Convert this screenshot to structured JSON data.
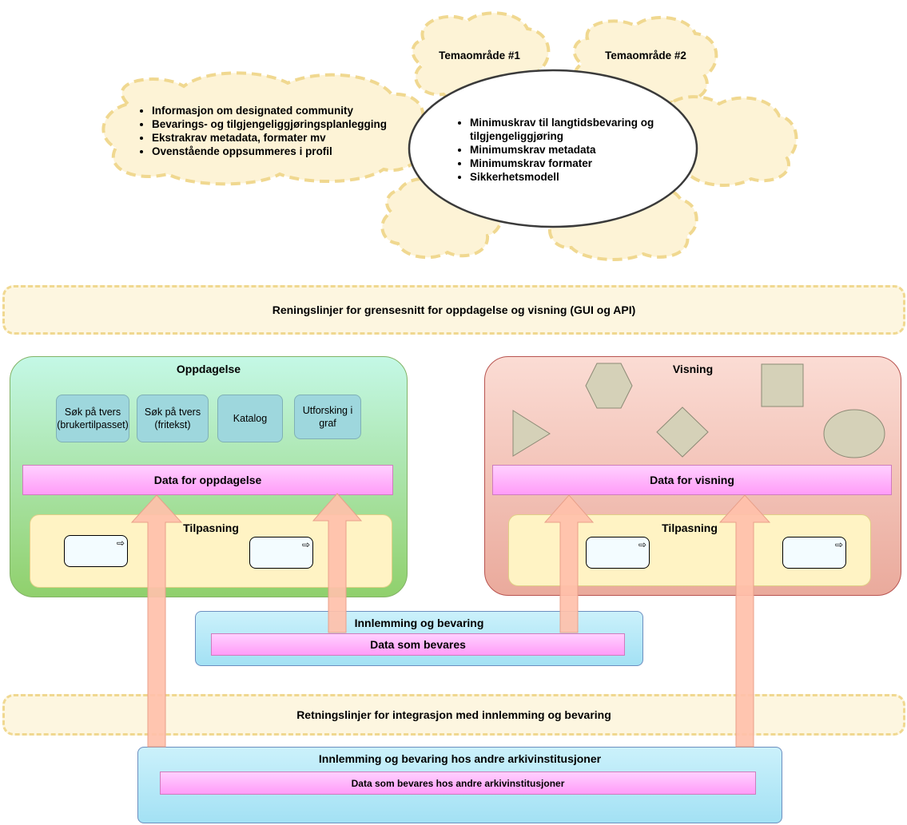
{
  "top": {
    "left_cloud_items": [
      "Informasjon om designated community",
      "Bevarings- og tilgjengeliggjøringsplanlegging",
      "Ekstrakrav metadata, formater mv",
      "Ovenstående oppsummeres i profil"
    ],
    "tema1": "Temaområde #1",
    "tema2": "Temaområde #2",
    "ellipse_items": [
      "Minimuskrav til langtidsbevaring og tilgjengeliggjøring",
      "Minimumskrav metadata",
      "Minimumskrav formater",
      "Sikkerhetsmodell"
    ]
  },
  "bands": {
    "gui": "Reningslinjer for grensesnitt for oppdagelse og visning (GUI og API)",
    "integrasjon": "Retningslinjer for integrasjon med innlemming og bevaring"
  },
  "oppdagelse": {
    "title": "Oppdagelse",
    "boxes": [
      "Søk på tvers (brukertilpasset)",
      "Søk på tvers (fritekst)",
      "Katalog",
      "Utforsking i graf"
    ],
    "data": "Data for oppdagelse",
    "tilpasning": "Tilpasning"
  },
  "visning": {
    "title": "Visning",
    "data": "Data for visning",
    "tilpasning": "Tilpasning"
  },
  "innlemming": {
    "title": "Innlemming og bevaring",
    "data": "Data som bevares"
  },
  "andre": {
    "title": "Innlemming og bevaring hos andre arkivinstitusjoner",
    "data": "Data som bevares hos andre arkivinstitusjoner"
  },
  "icons": {
    "process_arrow": "⇨"
  },
  "colors": {
    "cloud_fill": "#fdf3d6",
    "cloud_stroke": "#f0d890",
    "arrow_fill": "#ffc0aa",
    "shape_fill": "#d5d1b8"
  }
}
